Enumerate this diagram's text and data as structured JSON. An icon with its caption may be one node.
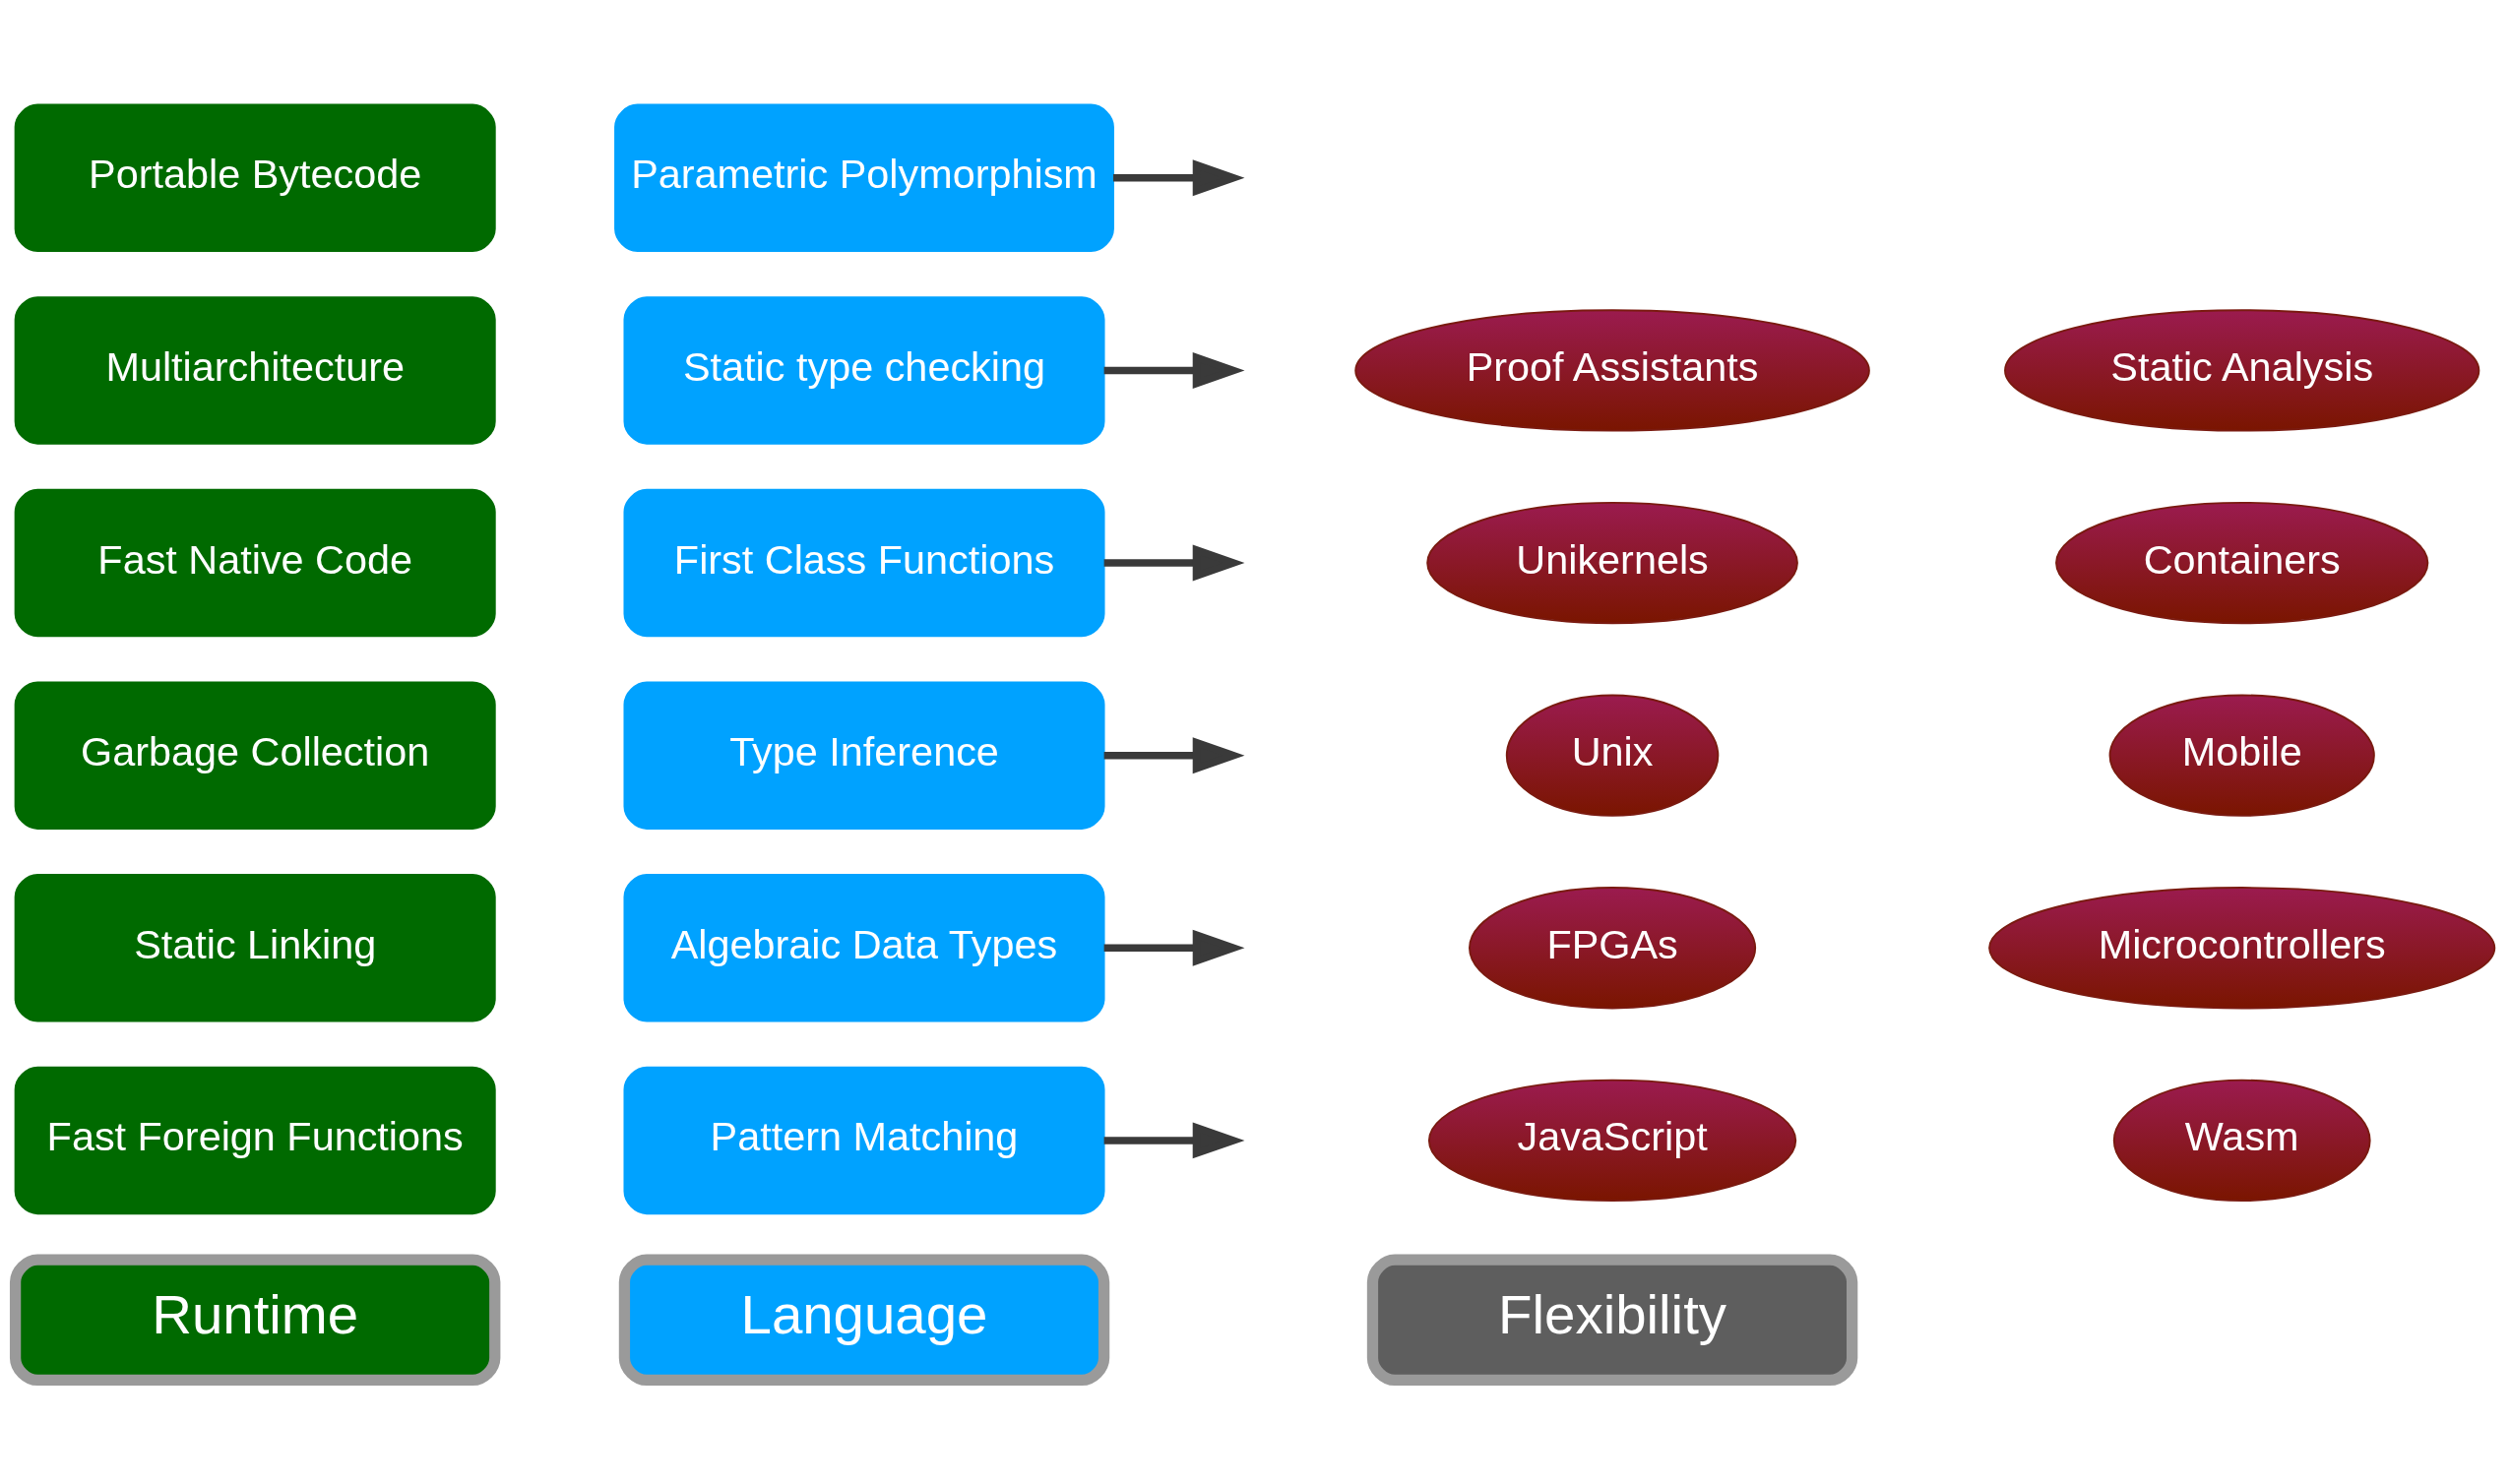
{
  "diagram": {
    "nodes": [
      {
        "text": [
          "Runtime"
        ]
      },
      {
        "text": [
          "Language"
        ]
      },
      {
        "text": [
          "Flexibility"
        ]
      },
      {
        "text": [
          "Fast Foreign Functions"
        ]
      },
      {
        "text": [
          "Static Linking"
        ]
      },
      {
        "text": [
          "Garbage Collection"
        ]
      },
      {
        "text": [
          "Fast Native Code"
        ]
      },
      {
        "text": [
          "Multiarchitecture"
        ]
      },
      {
        "text": [
          "Portable Bytecode"
        ]
      },
      {
        "text": [
          "Pattern Matching"
        ]
      },
      {
        "text": [
          "Algebraic Data Types"
        ]
      },
      {
        "text": [
          "Type Inference"
        ]
      },
      {
        "text": [
          "First Class Functions"
        ]
      },
      {
        "text": [
          "Static type checking"
        ]
      },
      {
        "text": [
          "Parametric Polymorphism"
        ]
      },
      {
        "text": [
          "JavaScript"
        ]
      },
      {
        "text": [
          "Wasm"
        ]
      },
      {
        "text": [
          "FPGAs"
        ]
      },
      {
        "text": [
          "Microcontrollers"
        ]
      },
      {
        "text": [
          "Unix"
        ]
      },
      {
        "text": [
          "Mobile"
        ]
      },
      {
        "text": [
          "Unikernels"
        ]
      },
      {
        "text": [
          "Containers"
        ]
      },
      {
        "text": [
          "Proof Assistants"
        ]
      },
      {
        "text": [
          "Static Analysis"
        ]
      }
    ],
    "edges": [
      {
        "from": 9,
        "to": null,
        "arrow": "to"
      },
      {
        "from": 10,
        "to": null,
        "arrow": "to"
      },
      {
        "from": 11,
        "to": null,
        "arrow": "to"
      },
      {
        "from": 12,
        "to": null,
        "arrow": "to"
      },
      {
        "from": 13,
        "to": null,
        "arrow": "to"
      },
      {
        "from": 14,
        "to": null,
        "arrow": "to"
      }
    ]
  }
}
